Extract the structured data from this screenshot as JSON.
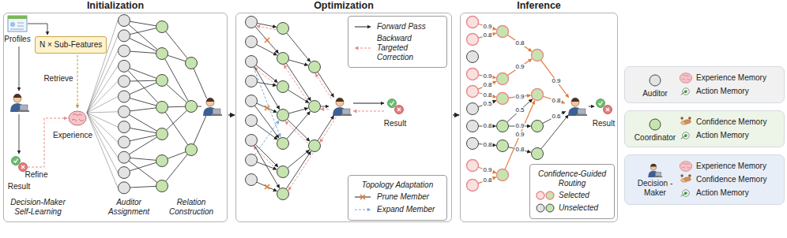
{
  "diagram": {
    "nodes": [
      {
        "text": [
          "Initialization"
        ]
      },
      {
        "text": [
          "N × Sub-Features"
        ],
        "in": 0
      },
      {
        "text": [
          "Optimization"
        ]
      },
      {
        "text": [
          "Forward Pass",
          "Backward Targeted Correction"
        ],
        "in": 2
      },
      {
        "text": [
          "Topology Adaptation",
          "Prune Member",
          "Expand Member"
        ],
        "in": 2
      },
      {
        "text": [
          "Inference"
        ]
      },
      {
        "text": [
          "Confidence-Guided Routing",
          "Selected",
          "Unselected"
        ],
        "in": 5
      },
      {
        "text": [
          "Auditor",
          "Experience Memory",
          "Action Memory"
        ]
      },
      {
        "text": [
          "Coordinator",
          "Confidence Memory",
          "Action Memory"
        ]
      },
      {
        "text": [
          "Decision -Maker",
          "Experience Memory",
          "Confidence Memory",
          "Action Memory"
        ]
      }
    ],
    "edges": [
      {
        "from": 0,
        "to": 2,
        "arrow": "to"
      },
      {
        "from": 2,
        "to": 5,
        "arrow": "to"
      }
    ],
    "labels": [
      "Profiles",
      "Retrieve",
      "Experience",
      "Result",
      "Refine",
      "Decision-Maker Self-Learning",
      "Auditor Assignment",
      "Relation Construction",
      "Result",
      "0.9",
      "0.8",
      "0.8",
      "0.9",
      "0.9",
      "0.8",
      "0.9",
      "0.9",
      "0.5",
      "0.8",
      "0.8",
      "0.5",
      "0.8",
      "0.9",
      "0.8",
      "0.6",
      "0.8",
      "0.9",
      "0.8",
      "0.9",
      "Result"
    ]
  }
}
